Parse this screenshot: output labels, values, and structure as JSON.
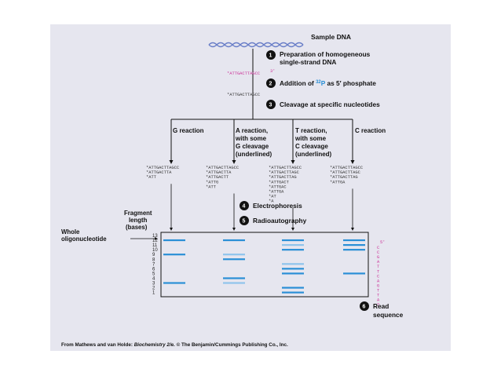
{
  "sample_label": "Sample DNA",
  "steps": [
    {
      "num": "1",
      "lines": [
        "Preparation of homogeneous",
        "single-strand DNA"
      ]
    },
    {
      "num": "2",
      "pre": "Addition of ",
      "sup": "32",
      "p": "P",
      "post": " as 5′ phosphate"
    },
    {
      "num": "3",
      "lines": [
        "Cleavage at specific nucleotides"
      ]
    },
    {
      "num": "4",
      "lines": [
        "Electrophoresis"
      ]
    },
    {
      "num": "5",
      "lines": [
        "Radioautography"
      ]
    },
    {
      "num": "6",
      "lines": [
        "Read",
        "sequence"
      ]
    }
  ],
  "strand_seq_pink": "*ATTGACTTAGCC",
  "strand_pink_suffix": "3′",
  "strand_seq": "*ATTGACTTAGCC",
  "reactions": [
    {
      "label_lines": [
        "G reaction"
      ],
      "seqs": [
        "*ATTGACTTAGCC",
        "*ATTGACTTA",
        "*ATT"
      ]
    },
    {
      "label_lines": [
        "A reaction,",
        "with some",
        "G cleavage",
        "(underlined)"
      ],
      "seqs": [
        "*ATTGACTTAGCC",
        "*ATTGACTTA",
        "*ATTGACTT",
        "*ATTG",
        "*ATT"
      ]
    },
    {
      "label_lines": [
        "T reaction,",
        "with some",
        "C cleavage",
        "(underlined)"
      ],
      "seqs": [
        "*ATTGACTTAGCC",
        "*ATTGACTTAGC",
        "*ATTGACTTAG",
        "*ATTGACT",
        "*ATTGAC",
        "*ATTGA",
        "*AT",
        "*A"
      ]
    },
    {
      "label_lines": [
        "C reaction"
      ],
      "seqs": [
        "*ATTGACTTAGCC",
        "*ATTGACTTAGC",
        "*ATTGACTTAG",
        "*ATTGA"
      ]
    }
  ],
  "fragment_label_lines": [
    "Fragment",
    "length",
    "(bases)"
  ],
  "whole_label_lines": [
    "Whole",
    "oligonucleotide"
  ],
  "lengths": [
    "13",
    "12",
    "11",
    "10",
    "9",
    "8",
    "7",
    "6",
    "5",
    "4",
    "3",
    "2",
    "1"
  ],
  "bands": [
    [
      12,
      9,
      3
    ],
    [
      12,
      9,
      8,
      4,
      3
    ],
    [
      12,
      11,
      10,
      7,
      6,
      5,
      2,
      1
    ],
    [
      12,
      11,
      10,
      5
    ]
  ],
  "read_sequence": [
    "C",
    "C",
    "G",
    "A",
    "T",
    "T",
    "C",
    "A",
    "G",
    "T",
    "T",
    "A"
  ],
  "read_sequence_top": "5′",
  "read_sequence_bottom": "?",
  "footer": {
    "pre": "From Mathews and van Holde: ",
    "title": "Biochemistry 2/e.",
    "post": " © The Benjamin/Cummings Publishing Co., Inc."
  },
  "colors": {
    "panel": "#e6e6ef",
    "band_blue": "#2a8fd6",
    "band_faint": "#8fc4ec",
    "pink": "#cc3399",
    "blue_p": "#2a8fd6",
    "step_circle": "#111111"
  }
}
